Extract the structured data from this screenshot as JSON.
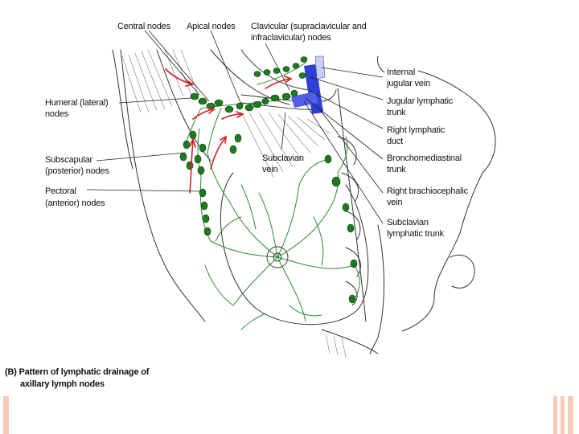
{
  "labels": {
    "central": "Central nodes",
    "apical": "Apical nodes",
    "clavicular_1": "Clavicular (supraclavicular and",
    "clavicular_2": "infraclavicular) nodes",
    "humeral_1": "Humeral (lateral)",
    "humeral_2": "nodes",
    "subscapular_1": "Subscapular",
    "subscapular_2": "(posterior) nodes",
    "pectoral_1": "Pectoral",
    "pectoral_2": "(anterior) nodes",
    "subclavian_vein_1": "Subclavian",
    "subclavian_vein_2": "vein",
    "internal_jugular_1": "Internal",
    "internal_jugular_2": "jugular vein",
    "jugular_trunk_1": "Jugular lymphatic",
    "jugular_trunk_2": "trunk",
    "right_duct_1": "Right lymphatic",
    "right_duct_2": "duct",
    "broncho_1": "Bronchomediastinal",
    "broncho_2": "trunk",
    "brachio_1": "Right brachiocephalic",
    "brachio_2": "vein",
    "subclavian_trunk_1": "Subclavian",
    "subclavian_trunk_2": "lymphatic trunk"
  },
  "caption": {
    "line1": "(B) Pattern of lymphatic drainage of",
    "line2": "axillary lymph nodes"
  },
  "colors": {
    "lymph_green": "#2e8b2e",
    "node_green": "#1f7a1f",
    "arrow_red": "#d42020",
    "vein_blue": "#2f3fd8",
    "accent_bar": "#f5c9b3"
  }
}
